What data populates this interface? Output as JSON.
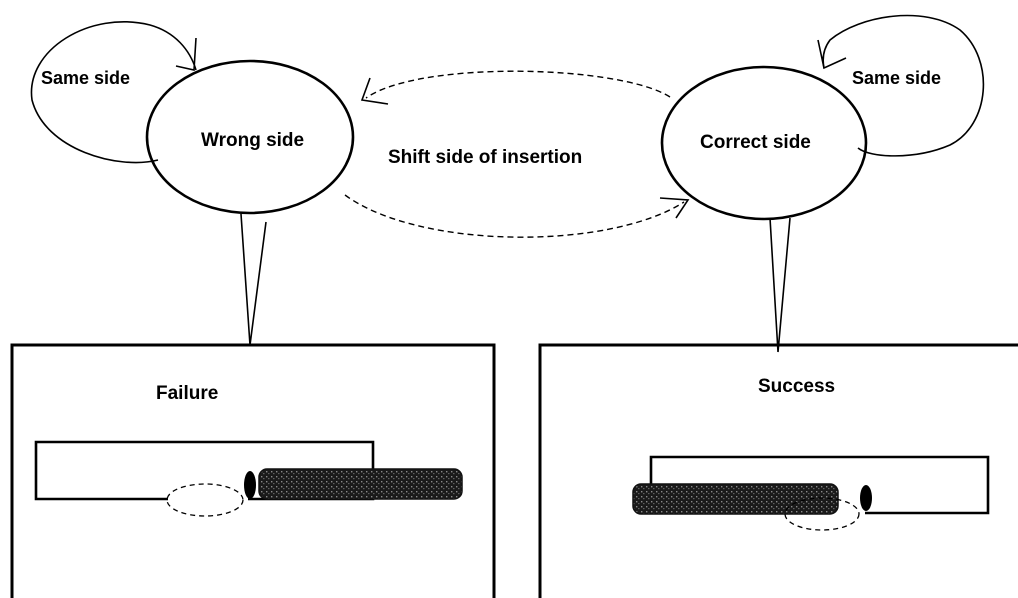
{
  "diagram": {
    "states": {
      "wrong": {
        "label": "Wrong side"
      },
      "correct": {
        "label": "Correct side"
      }
    },
    "self_loops": {
      "wrong": {
        "label": "Same side"
      },
      "correct": {
        "label": "Same side"
      }
    },
    "transition": {
      "label": "Shift side of insertion"
    },
    "panels": {
      "failure": {
        "label": "Failure"
      },
      "success": {
        "label": "Success"
      }
    }
  }
}
